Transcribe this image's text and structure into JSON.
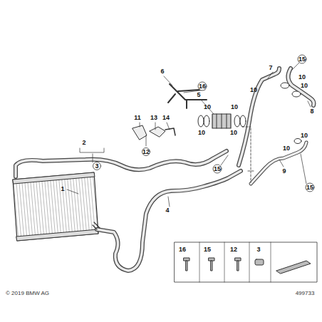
{
  "diagram": {
    "labels": [
      "1",
      "2",
      "3",
      "4",
      "5",
      "6",
      "7",
      "8",
      "9",
      "10",
      "10",
      "10",
      "10",
      "10",
      "10",
      "10",
      "10",
      "10",
      "11",
      "13",
      "14",
      "12",
      "15",
      "15",
      "15",
      "16",
      "16",
      "15",
      "12",
      "3",
      "499733",
      "© 2019 BMW AG"
    ]
  }
}
